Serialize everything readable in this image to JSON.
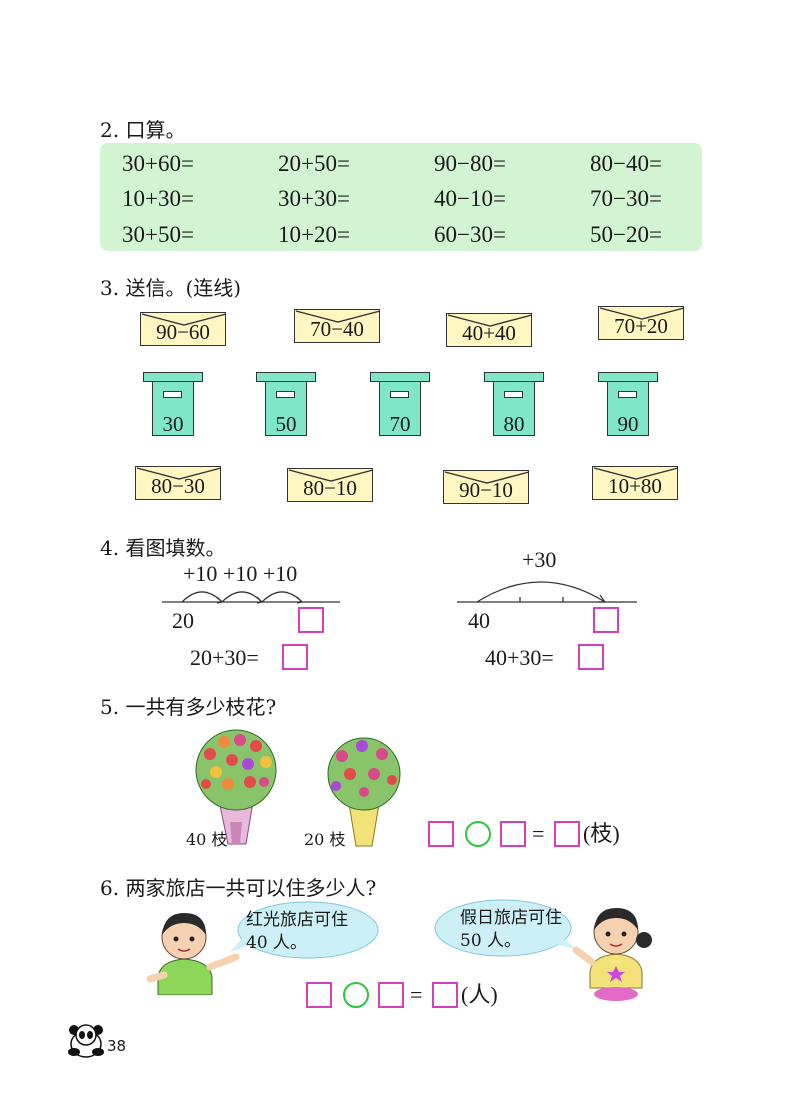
{
  "section2": {
    "title": "2. 口算。",
    "rows": [
      [
        "30+60=",
        "20+50=",
        "90−80=",
        "80−40="
      ],
      [
        "10+30=",
        "30+30=",
        "40−10=",
        "70−30="
      ],
      [
        "30+50=",
        "10+20=",
        "60−30=",
        "50−20="
      ]
    ]
  },
  "section3": {
    "title": "3. 送信。(连线)",
    "top_envelopes": [
      "90−60",
      "70−40",
      "40+40",
      "70+20"
    ],
    "mailboxes": [
      "30",
      "50",
      "70",
      "80",
      "90"
    ],
    "bottom_envelopes": [
      "80−30",
      "80−10",
      "90−10",
      "10+80"
    ]
  },
  "section4": {
    "title": "4. 看图填数。",
    "left": {
      "jumps_label": "+10 +10 +10",
      "start": "20",
      "equation": "20+30="
    },
    "right": {
      "jump_label": "+30",
      "start": "40",
      "equation": "40+30="
    }
  },
  "section5": {
    "title": "5. 一共有多少枝花?",
    "bouquet1_label": "40 枝",
    "bouquet2_label": "20 枝",
    "equals": "=",
    "unit": "(枝)"
  },
  "section6": {
    "title": "6. 两家旅店一共可以住多少人?",
    "bubble_left": [
      "红光旅店可住",
      "40 人。"
    ],
    "bubble_right": [
      "假日旅店可住",
      "50 人。"
    ],
    "equals": "=",
    "unit": "(人)"
  },
  "page_number": "38",
  "colors": {
    "panel": "#d2f4d2",
    "envelope": "#fff6c2",
    "mailbox": "#7fe6c8",
    "answer_box": "#d33fbf",
    "operator_circle": "#2fc43a",
    "bubble": "#cdeff8"
  }
}
